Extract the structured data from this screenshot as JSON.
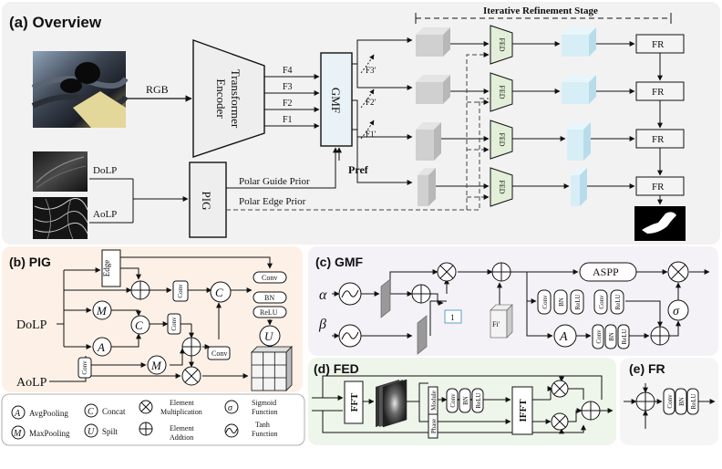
{
  "overview": {
    "title": "(a)  Overview",
    "stage_label": "Iterative Refinement Stage",
    "rgb": "RGB",
    "encoder": [
      "Transformer",
      "Encoder"
    ],
    "features": [
      "F4",
      "F3",
      "F2",
      "F1"
    ],
    "gmf": "GMF",
    "refined": [
      "F3'",
      "F2'",
      "F1'"
    ],
    "pref": "Pref",
    "dolp": "DoLP",
    "aolp": "AoLP",
    "pig": "PIG",
    "guide_prior": "Polar Guide Prior",
    "edge_prior": "Polar Edge Prior",
    "fed": "FED",
    "fr": "FR"
  },
  "pig_panel": {
    "title": "(b)  PIG",
    "edge": "Edge",
    "conv": "Conv",
    "bn": "BN",
    "relu": "ReLU",
    "m": "M",
    "a": "A",
    "c": "C",
    "u": "U",
    "dolp": "DoLP",
    "aolp": "AoLP"
  },
  "legend": {
    "avgpool": "AvgPooling",
    "maxpool": "MaxPooling",
    "concat": "Concat",
    "split": "Spilt",
    "mult": [
      "Element",
      "Multiplication"
    ],
    "add": [
      "Element",
      "Addtion"
    ],
    "sigmoid": [
      "Sigmoid",
      "Function"
    ],
    "tanh": [
      "Tanh",
      "Function"
    ],
    "sym_a": "A",
    "sym_m": "M",
    "sym_c": "C",
    "sym_u": "U",
    "sym_sigma": "σ"
  },
  "gmf_panel": {
    "title": "(c)  GMF",
    "alpha": "α",
    "beta": "β",
    "aspp": "ASPP",
    "conv": "Conv",
    "bn": "BN",
    "relu": "ReLU",
    "a": "A",
    "sigma": "σ",
    "one": "1",
    "fi": "Fi'"
  },
  "fed_panel": {
    "title": "(d)  FED",
    "fft": "FFT",
    "ifft": "IFFT",
    "module": "Module",
    "phase": "Phase",
    "conv": "Conv",
    "bn": "BN",
    "relu": "ReLU"
  },
  "fr_panel": {
    "title": "(e)  FR",
    "conv": "Conv",
    "bn": "BN",
    "relu": "ReLU"
  },
  "colors": {
    "overview_bg": "#f2f2f2",
    "pig_bg": "#fdf1e7",
    "gmf_bg": "#f4f2f7",
    "fed_bg": "#eef5ea",
    "fr_bg": "#f5f5f5",
    "pig_title": "#e07b28",
    "gmf_title": "#7b61a6",
    "fed_title": "#6ea33a",
    "fr_title": "#888888",
    "gmf_fill": "#e9f2f6",
    "fed_fill": "#e3efd9",
    "cube_light": "#d8eef6"
  }
}
